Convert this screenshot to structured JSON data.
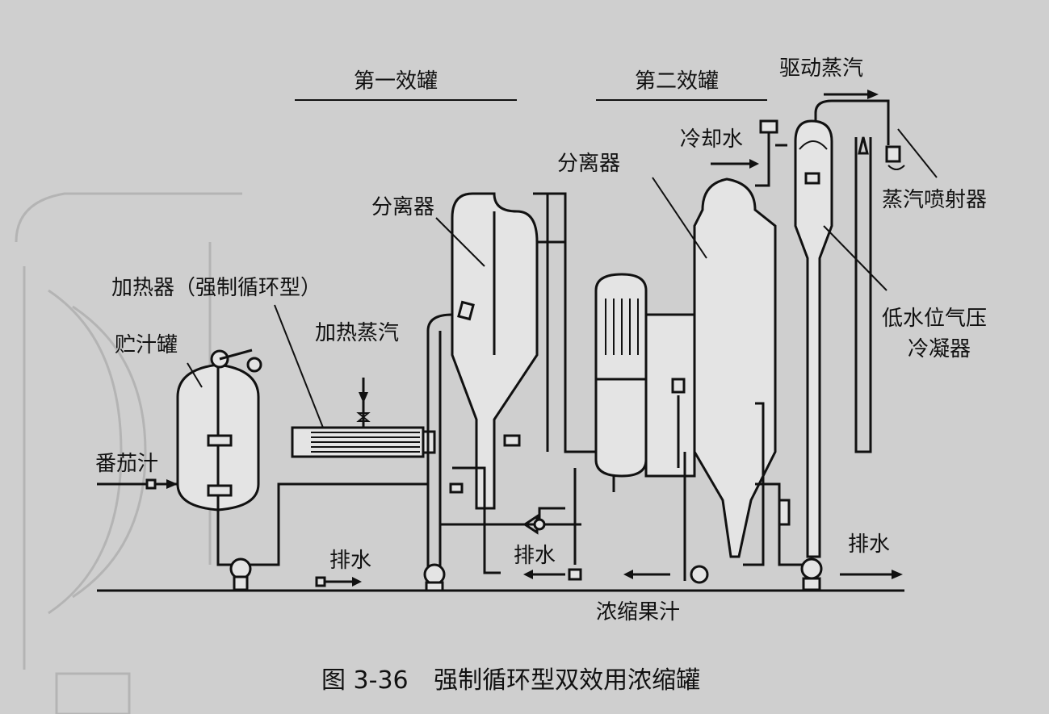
{
  "labels": {
    "first_effect": "第一效罐",
    "second_effect": "第二效罐",
    "driving_steam": "驱动蒸汽",
    "cooling_water": "冷却水",
    "separator_2": "分离器",
    "separator_1": "分离器",
    "steam_ejector": "蒸汽喷射器",
    "heater": "加热器（强制循环型）",
    "heating_steam": "加热蒸汽",
    "juice_tank": "贮汁罐",
    "low_level_condenser_1": "低水位气压",
    "low_level_condenser_2": "冷凝器",
    "tomato_juice": "番茄汁",
    "drain_1": "排水",
    "drain_2": "排水",
    "drain_3": "排水",
    "concentrated_juice": "浓缩果汁"
  },
  "caption": {
    "number": "图 3-36",
    "title": "强制循环型双效用浓缩罐"
  }
}
